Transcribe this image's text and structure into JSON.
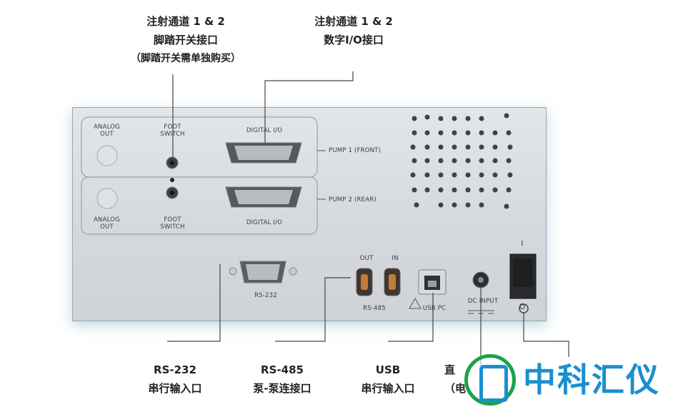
{
  "callouts": {
    "foot_switch": {
      "line1": "注射通道 1 & 2",
      "line2": "脚踏开关接口",
      "line3": "（脚踏开关需单独购买）"
    },
    "digital_io": {
      "line1": "注射通道 1 & 2",
      "line2": "数字I/O接口"
    },
    "rs232": {
      "line1": "RS-232",
      "line2": "串行输入口"
    },
    "rs485": {
      "line1": "RS-485",
      "line2": "泵-泵连接口"
    },
    "usb": {
      "line1": "USB",
      "line2": "串行输入口"
    },
    "dc": {
      "line1": "直",
      "line2": "（电"
    }
  },
  "panel_labels": {
    "analog_out_top": "ANALOG\nOUT",
    "foot_switch_top": "FOOT\nSWITCH",
    "digital_io_top": "DIGITAL I/O",
    "pump1": "PUMP 1 (FRONT)",
    "pump2": "PUMP 2 (REAR)",
    "analog_out_bottom": "ANALOG\nOUT",
    "foot_switch_bottom": "FOOT\nSWITCH",
    "digital_io_bottom": "DIGITAL I/O",
    "rs232": "RS-232",
    "out": "OUT",
    "in": "IN",
    "rs485": "RS-485",
    "usb_pc": "USB PC",
    "dc_input": "DC INPUT",
    "power_on": "I",
    "power_off": "O"
  },
  "watermark": {
    "text": "中科汇仪"
  },
  "colors": {
    "panel": "#d8dce0",
    "accent": "#1a8fd0",
    "logo_green": "#19a24a"
  }
}
